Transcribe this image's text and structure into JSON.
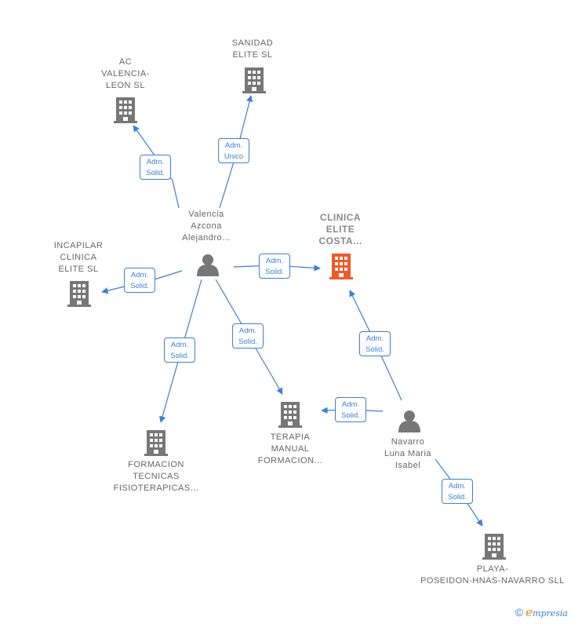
{
  "colors": {
    "company": "#777777",
    "main_company": "#f05a28",
    "person": "#777777",
    "edge": "#3d7fd2",
    "label_text": "#666666"
  },
  "nodes": {
    "sanidad": {
      "label_lines": [
        "SANIDAD",
        "ELITE  SL"
      ],
      "icon": "building-icon"
    },
    "ac_valencia": {
      "label_lines": [
        "AC",
        "VALENCIA-",
        "LEON  SL"
      ],
      "icon": "building-icon"
    },
    "incapilar": {
      "label_lines": [
        "INCAPILAR",
        "CLINICA",
        "ELITE  SL"
      ],
      "icon": "building-icon"
    },
    "clinica": {
      "label_lines": [
        "CLINICA",
        "ELITE",
        "COSTA..."
      ],
      "icon": "building-icon"
    },
    "formacion": {
      "label_lines": [
        "FORMACION",
        "TECNICAS",
        "FISIOTERAPICAS..."
      ],
      "icon": "building-icon"
    },
    "terapia": {
      "label_lines": [
        "TERAPIA",
        "MANUAL",
        "FORMACION..."
      ],
      "icon": "building-icon"
    },
    "playa": {
      "label_lines": [
        "PLAYA-",
        "POSEIDON-HNAS-NAVARRO SLL"
      ],
      "icon": "building-icon"
    },
    "valencia_person": {
      "label_lines": [
        "Valencia",
        "Azcona",
        "Alejandro..."
      ],
      "icon": "person-icon"
    },
    "navarro_person": {
      "label_lines": [
        "Navarro",
        "Luna Maria",
        "Isabel"
      ],
      "icon": "person-icon"
    }
  },
  "edges": {
    "to_ac": {
      "lines": [
        "Adm.",
        "Solid."
      ]
    },
    "to_sanidad": {
      "lines": [
        "Adm.",
        "Unico"
      ]
    },
    "to_incapilar": {
      "lines": [
        "Adm.",
        "Solid."
      ]
    },
    "to_clinica": {
      "lines": [
        "Adm.",
        "Solid."
      ]
    },
    "to_formacion": {
      "lines": [
        "Adm.",
        "Solid."
      ]
    },
    "to_terapia": {
      "lines": [
        "Adm.",
        "Solid."
      ]
    },
    "navarro_to_clinica": {
      "lines": [
        "Adm.",
        "Solid."
      ]
    },
    "navarro_to_terapia": {
      "lines": [
        "Adm.",
        "Solid."
      ]
    },
    "navarro_to_playa": {
      "lines": [
        "Adm.",
        "Solid."
      ]
    }
  },
  "footer": {
    "copyright_symbol": "©",
    "brand_initial": "e",
    "brand_rest": "mpresia"
  }
}
